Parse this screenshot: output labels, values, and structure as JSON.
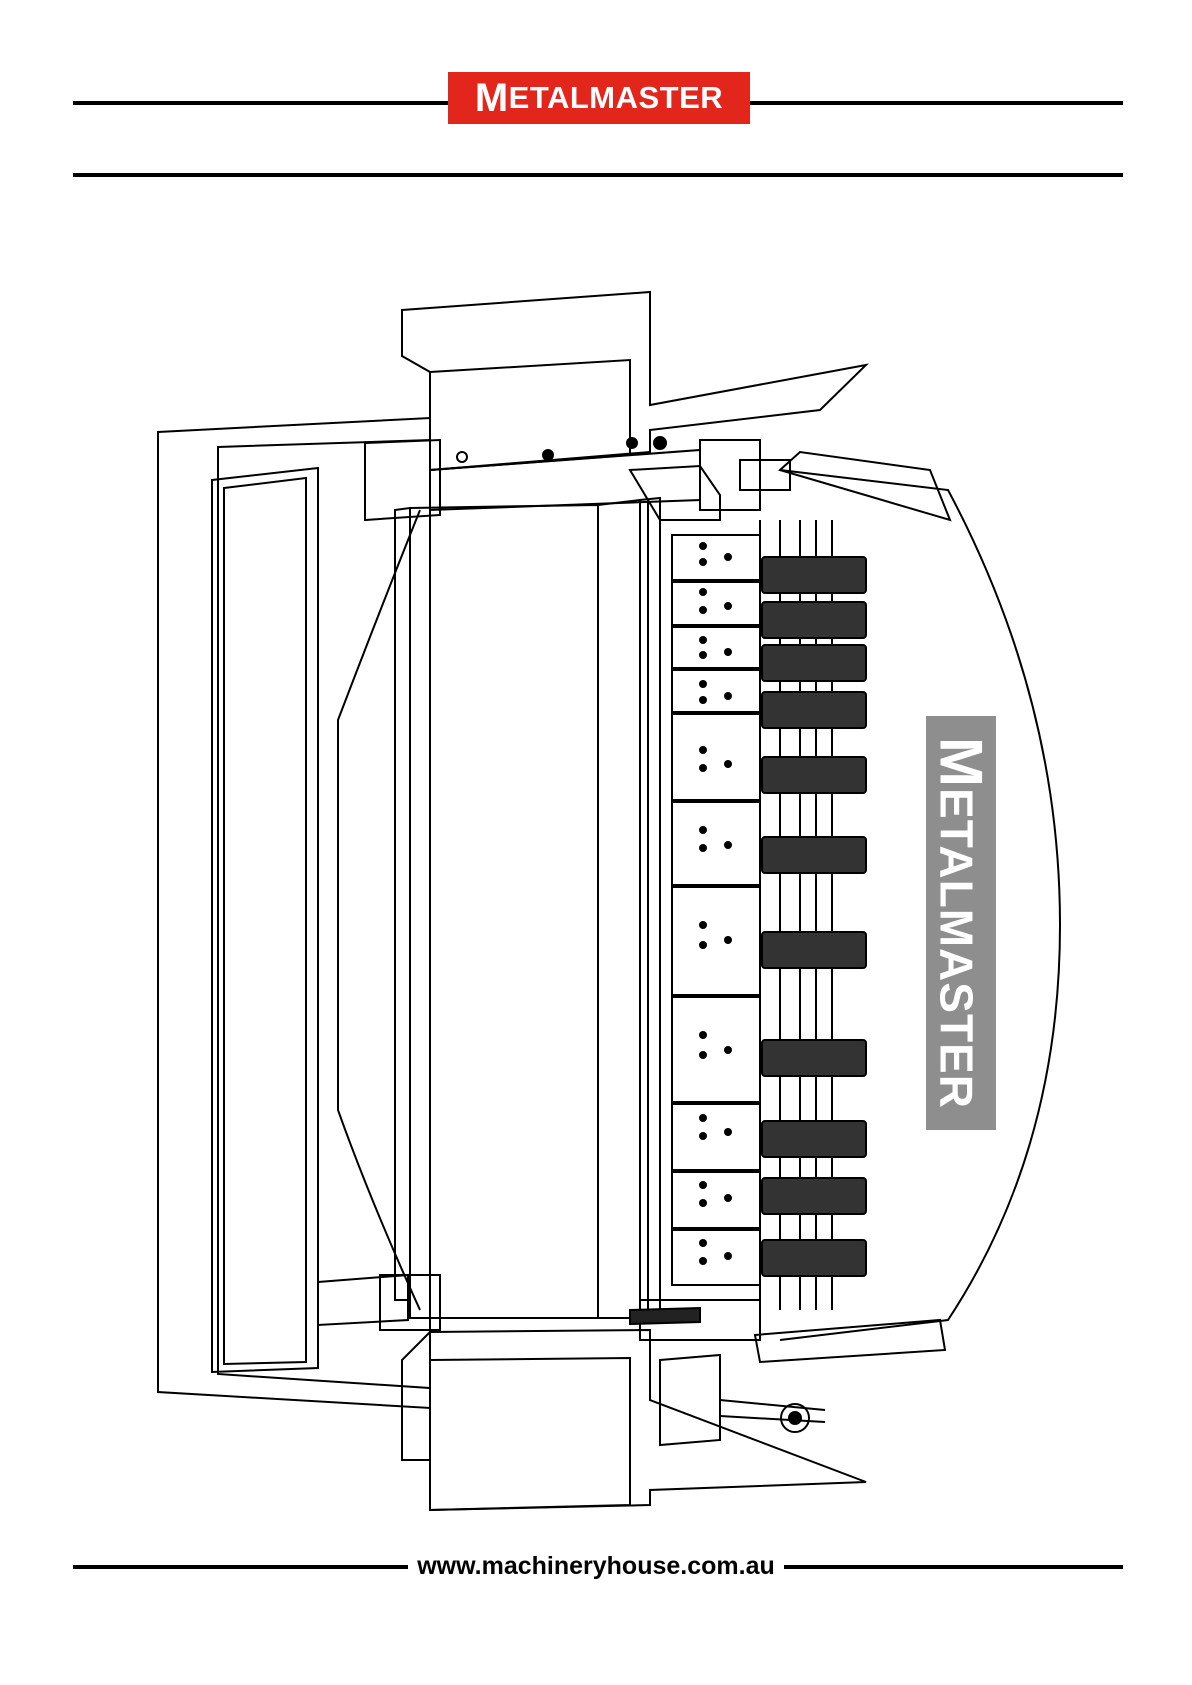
{
  "header": {
    "brand_initial": "M",
    "brand_rest": "ETALMASTER",
    "brand_color": "#e2261c"
  },
  "illustration": {
    "machine_logo_initial": "M",
    "machine_logo_rest": "ETALMASTER",
    "machine_logo_color": "#8e8e8e",
    "finger_count": 11
  },
  "footer": {
    "url": "www.machineryhouse.com.au"
  }
}
